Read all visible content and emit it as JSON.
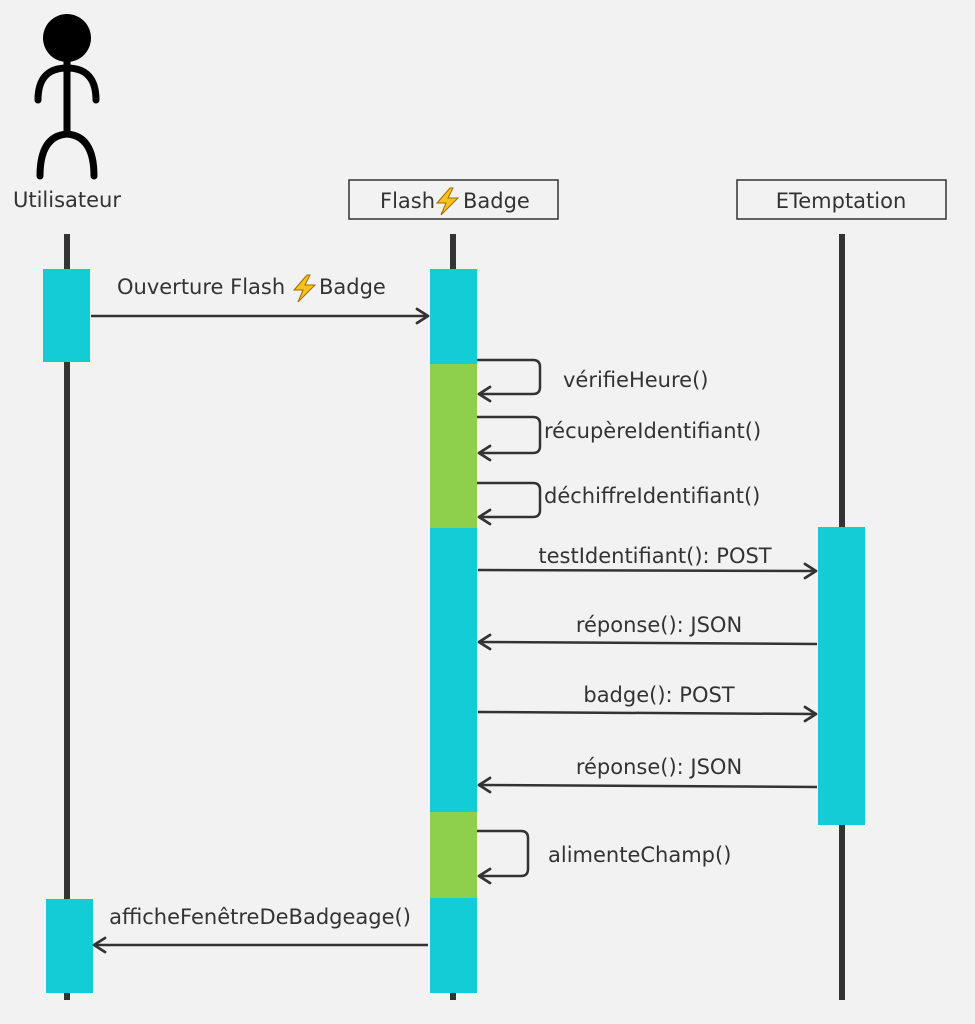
{
  "actor": {
    "name": "Utilisateur"
  },
  "participants": {
    "flashbadge": {
      "part1": "Flash",
      "part2": "Badge",
      "emoji": "lightning-bolt"
    },
    "etemptation": {
      "name": "ETemptation"
    }
  },
  "messages": {
    "m1": {
      "part1": "Ouverture Flash",
      "part2": "Badge"
    },
    "m2": "vérifieHeure()",
    "m3": "récupèreIdentifiant()",
    "m4": "déchiffreIdentifiant()",
    "m5": "testIdentifiant(): POST",
    "m6": "réponse(): JSON",
    "m7": "badge(): POST",
    "m8": "réponse(): JSON",
    "m9": "alimenteChamp()",
    "m10": "afficheFenêtreDeBadgeage()"
  },
  "colors": {
    "background": "#f2f2f2",
    "activation_cyan": "#14ccd6",
    "activation_green": "#8ecf4b",
    "line": "#333333"
  }
}
